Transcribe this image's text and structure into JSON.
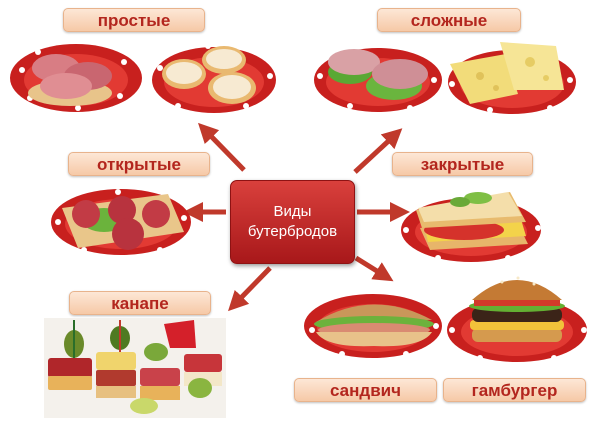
{
  "center": {
    "line1": "Виды",
    "line2": "бутербродов"
  },
  "labels": {
    "simple": "простые",
    "complex": "сложные",
    "open": "открытые",
    "closed": "закрытые",
    "canape": "канапе",
    "sandwich": "сандвич",
    "hamburger": "гамбургер"
  },
  "colors": {
    "arrow": "#c0392b",
    "label_text": "#b3261e",
    "center_bg": "#c0282a"
  }
}
